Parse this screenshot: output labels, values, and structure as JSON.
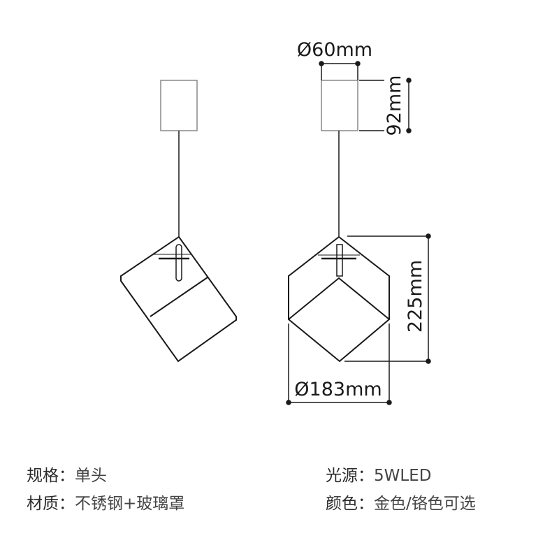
{
  "dimensions": {
    "canopy_diameter": "Ø60mm",
    "canopy_height": "92mm",
    "shade_height": "225mm",
    "shade_diameter": "Ø183mm"
  },
  "specs": [
    {
      "label": "规格：",
      "value": "单头"
    },
    {
      "label": "材质：",
      "value": "不锈钢+玻璃罩"
    },
    {
      "label": "光源：",
      "value": "5WLED"
    },
    {
      "label": "颜色：",
      "value": "金色/铬色可选"
    }
  ],
  "colors": {
    "line": "#1a1a1a",
    "canopy": "#999999"
  }
}
